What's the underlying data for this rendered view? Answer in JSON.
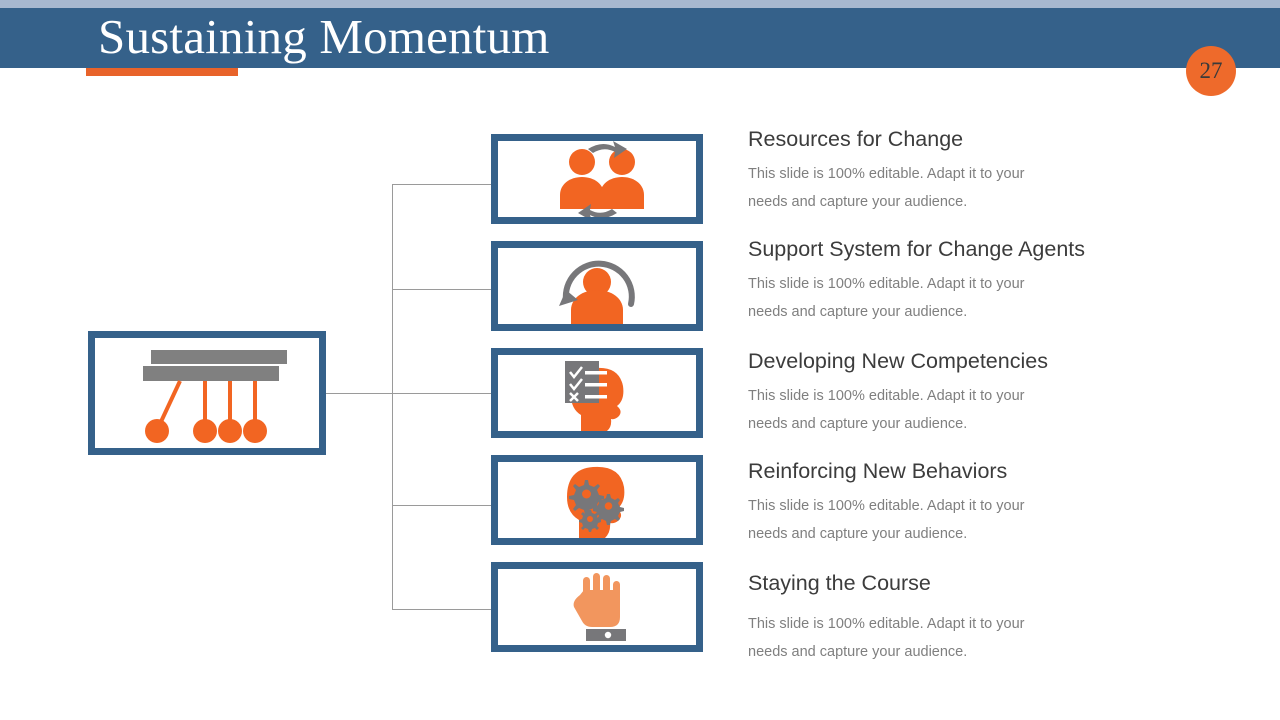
{
  "header": {
    "title": "Sustaining Momentum",
    "page_number": "27",
    "bar_color": "#35618a",
    "strip_color": "#a7b8cf",
    "accent_color": "#e8632a",
    "badge_color": "#ee6a2b"
  },
  "source_node": {
    "name": "newtons-cradle",
    "bar_color": "#808080",
    "ball_color": "#ee6a2b"
  },
  "items": [
    {
      "icon": "two-people-exchange-icon",
      "heading": "Resources for Change",
      "body": "This slide is 100% editable. Adapt it to your needs and capture your audience."
    },
    {
      "icon": "person-circular-arrow-icon",
      "heading": "Support System for Change Agents",
      "body": "This slide is 100% editable. Adapt it to your needs and capture your audience."
    },
    {
      "icon": "head-checklist-icon",
      "heading": "Developing New Competencies",
      "body": "This slide is 100% editable. Adapt it to your needs and capture your audience."
    },
    {
      "icon": "head-gears-icon",
      "heading": "Reinforcing New Behaviors",
      "body": "This slide is 100% editable. Adapt it to your needs and capture your audience."
    },
    {
      "icon": "raised-hand-icon",
      "heading": "Staying the Course",
      "body": "This slide is 100% editable. Adapt it to your needs and capture your audience."
    }
  ],
  "palette": {
    "orange": "#f26522",
    "gray": "#77777a",
    "blue": "#35618a",
    "skin": "#f2965e"
  }
}
